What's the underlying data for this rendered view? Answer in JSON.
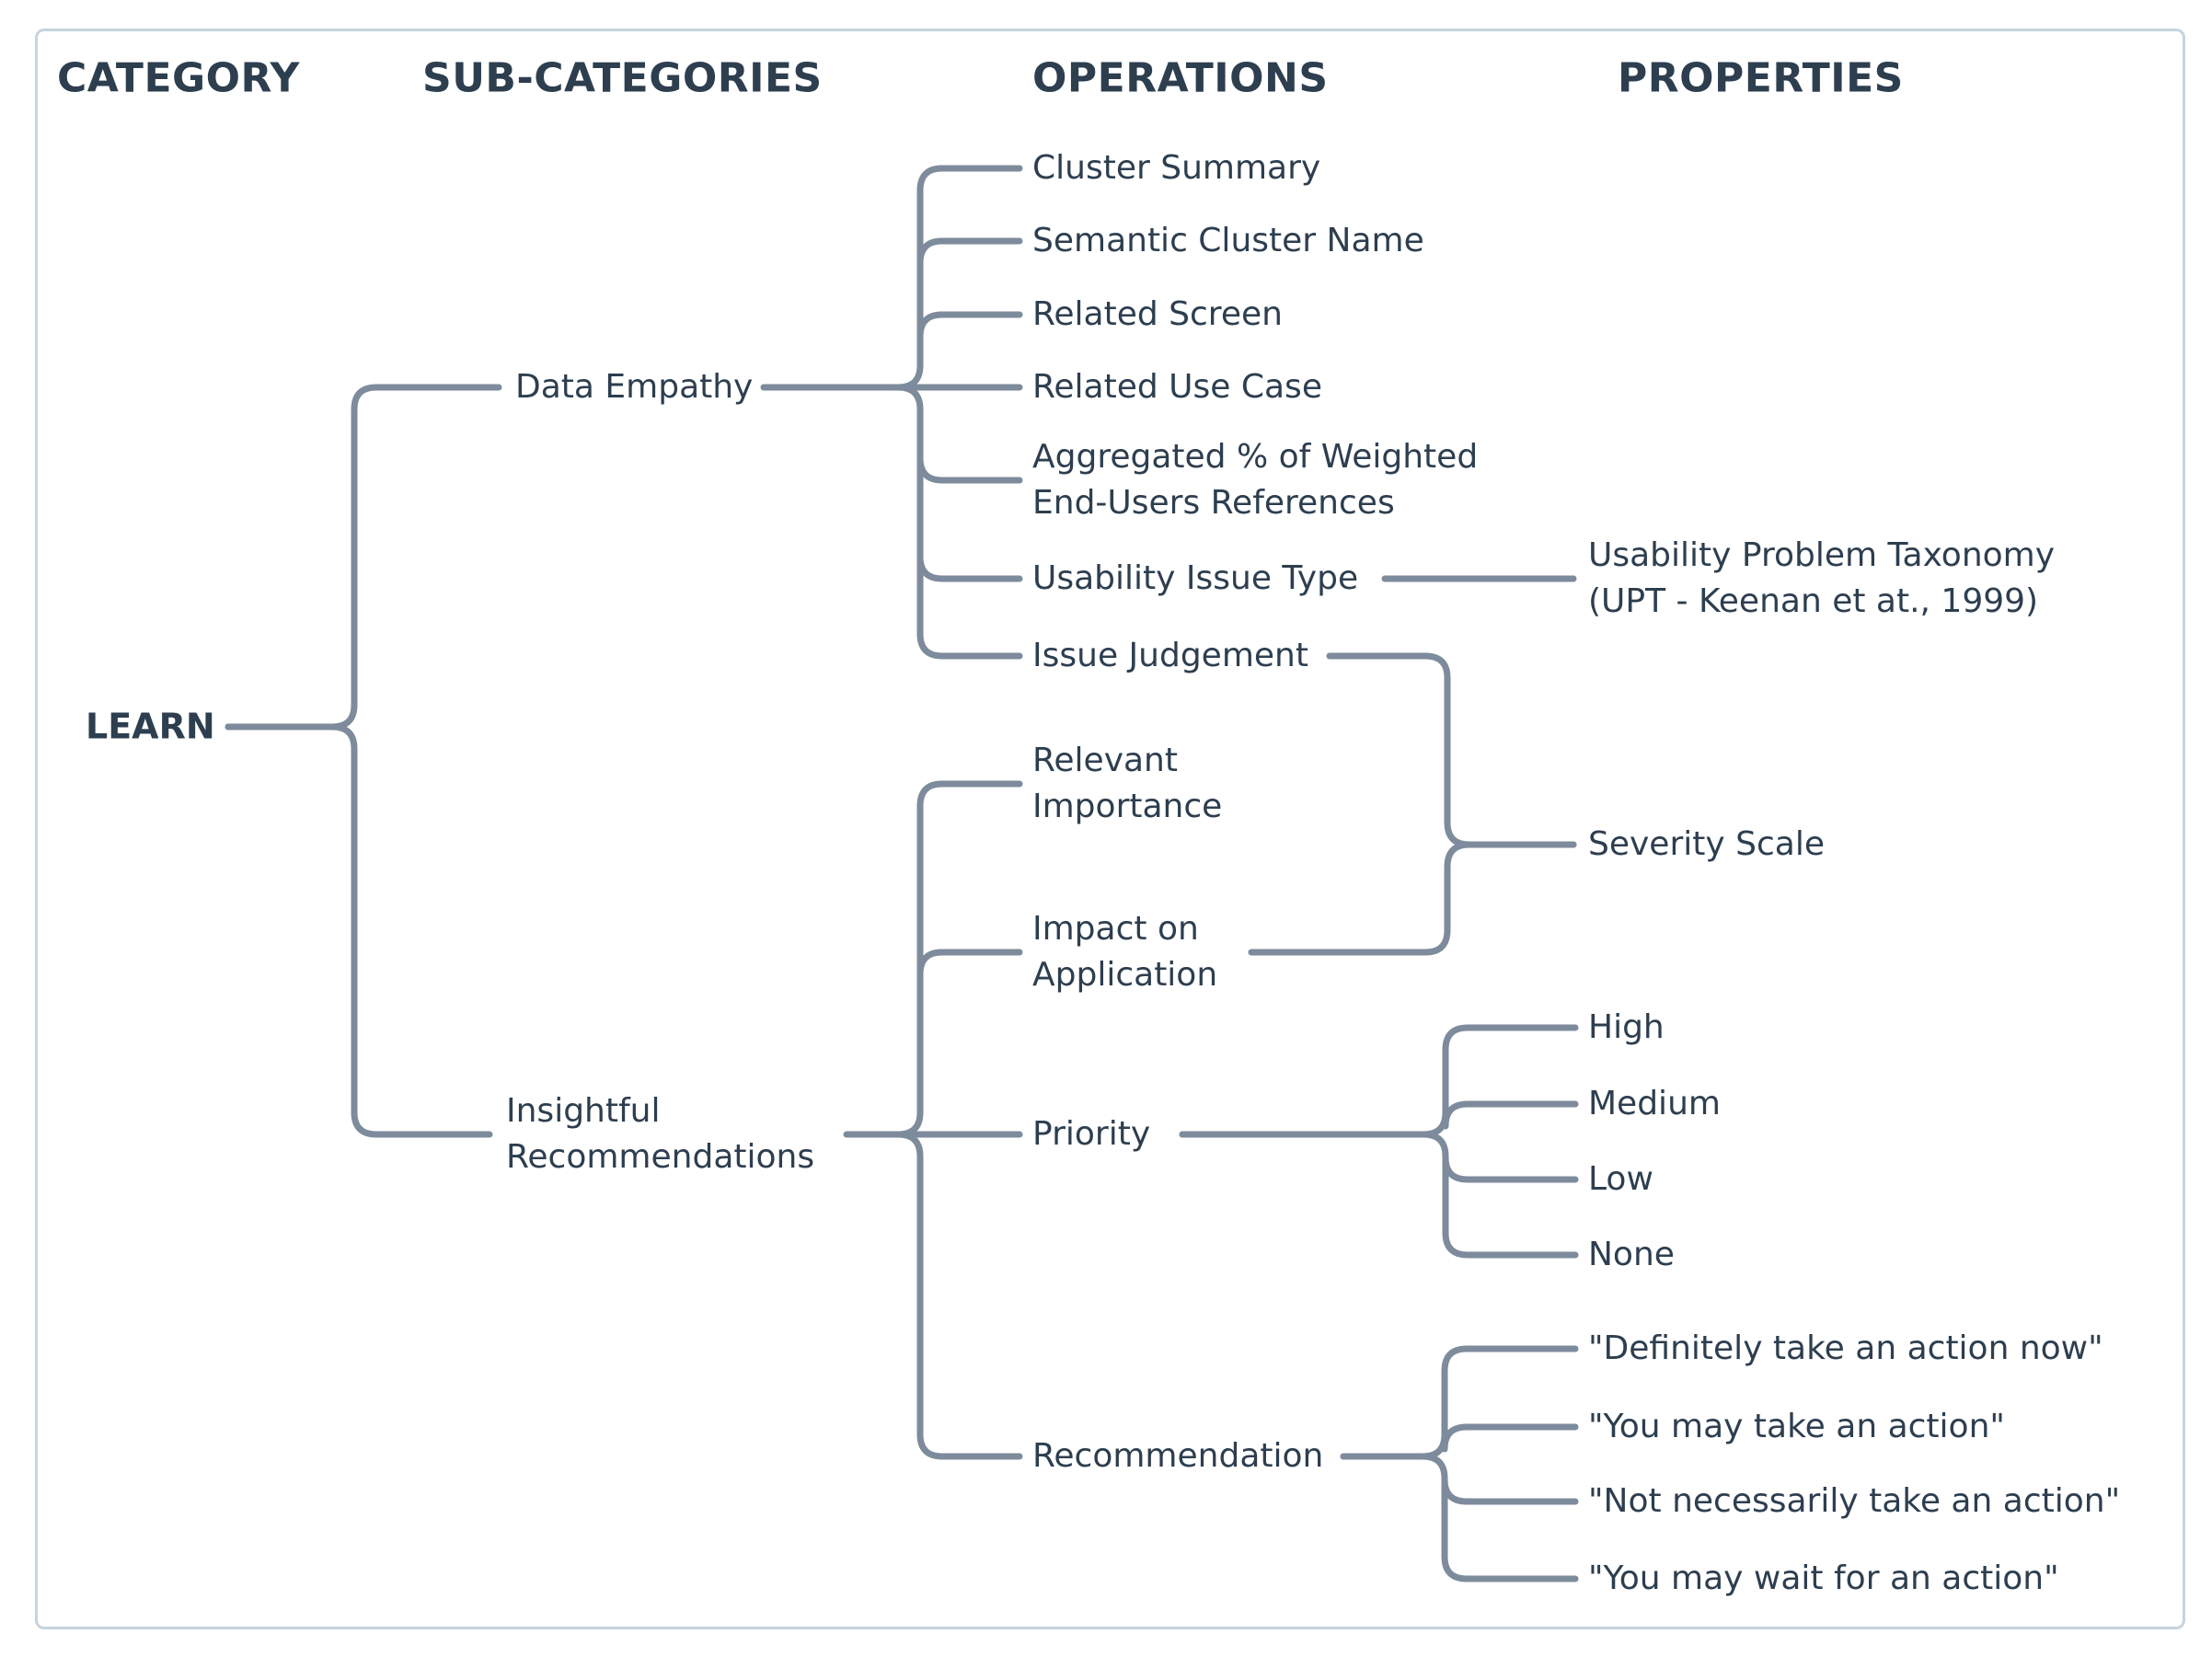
{
  "header": {
    "columns": [
      "CATEGORY",
      "SUB-CATEGORIES",
      "OPERATIONS",
      "PROPERTIES"
    ]
  },
  "colors": {
    "text": "#2d3e4f",
    "line": "#7d8b9c",
    "card_border": "#c7d4dd",
    "background": "#ffffff"
  },
  "tree": {
    "category": {
      "label": "LEARN"
    },
    "sub_categories": [
      {
        "label": "Data Empathy",
        "operations": [
          {
            "label": "Cluster Summary"
          },
          {
            "label": "Semantic Cluster Name"
          },
          {
            "label": "Related Screen"
          },
          {
            "label": "Related Use Case"
          },
          {
            "label": "Aggregated % of Weighted End-Users References"
          },
          {
            "label": "Usability Issue Type",
            "properties": [
              {
                "label": "Usability Problem Taxonomy (UPT - Keenan et at., 1999)"
              }
            ]
          },
          {
            "label": "Issue Judgement"
          }
        ]
      },
      {
        "label": "Insightful Recommendations",
        "operations": [
          {
            "label": "Relevant Importance"
          },
          {
            "label": "Impact on Application"
          },
          {
            "label": "Priority",
            "properties": [
              {
                "label": "High"
              },
              {
                "label": "Medium"
              },
              {
                "label": "Low"
              },
              {
                "label": "None"
              }
            ]
          },
          {
            "label": "Recommendation",
            "properties": [
              {
                "label": "\"Definitely take an action now\""
              },
              {
                "label": "\"You may take an action\""
              },
              {
                "label": "\"Not necessarily take an action\""
              },
              {
                "label": "\"You may wait for an action\""
              }
            ]
          }
        ]
      }
    ],
    "shared_property": {
      "label": "Severity Scale",
      "sources": [
        "Issue Judgement",
        "Impact on Application"
      ]
    }
  }
}
